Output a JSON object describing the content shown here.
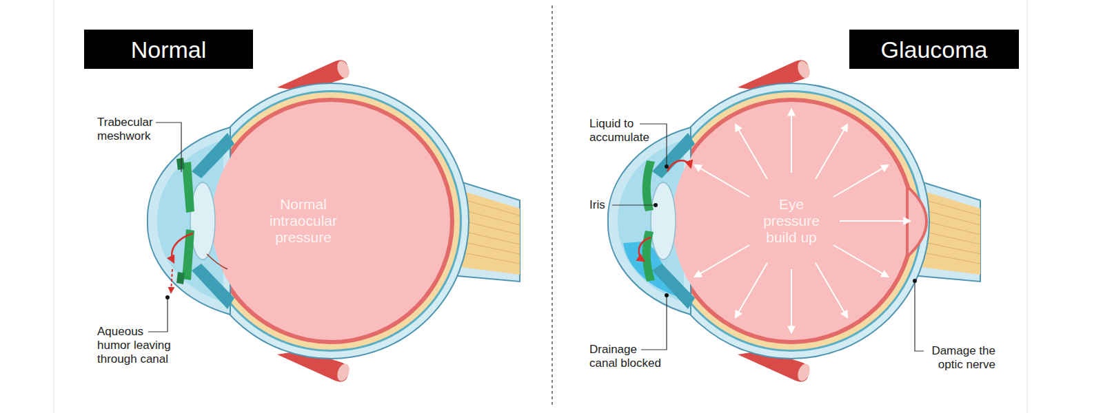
{
  "diagram": {
    "nodes": [
      {
        "text": [
          "Normal"
        ]
      },
      {
        "text": [
          "Normal intraocular pressure"
        ]
      },
      {
        "text": [
          "Glaucoma"
        ]
      },
      {
        "text": [
          "Eye pressure build up"
        ]
      }
    ],
    "labels": [
      "Trabecular meshwork",
      "Aqueous humor leaving through canal",
      "Liquid to accumulate",
      "Iris",
      "Drainage canal blocked",
      "Damage the optic nerve"
    ]
  }
}
